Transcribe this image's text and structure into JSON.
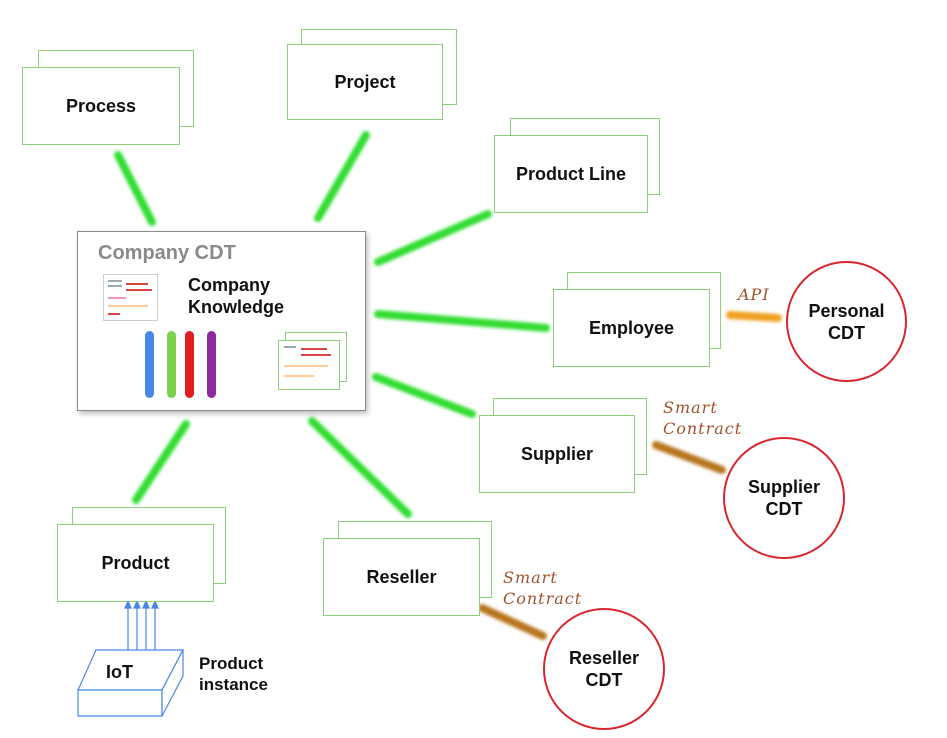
{
  "colors": {
    "connector_green": "#33dd33",
    "box_border_green": "#8bd07b",
    "circle_red": "#d8262e",
    "api_line_orange": "#f0a020",
    "contract_line_brown": "#b8741e",
    "iot_blue": "#4a86e8",
    "company_title_gray": "#8a8a8a"
  },
  "company": {
    "title": "Company CDT",
    "knowledge": "Company\nKnowledge",
    "pillar_colors": [
      "#4a86e8",
      "#7cd04b",
      "#e02020",
      "#8e2aa0"
    ]
  },
  "entities": {
    "process": "Process",
    "project": "Project",
    "product_line": "Product Line",
    "employee": "Employee",
    "supplier": "Supplier",
    "reseller": "Reseller",
    "product": "Product"
  },
  "external": {
    "personal_cdt": "Personal\nCDT",
    "supplier_cdt": "Supplier\nCDT",
    "reseller_cdt": "Reseller\nCDT"
  },
  "annotations": {
    "api": "API",
    "supplier_contract": "Smart\n  Contract",
    "reseller_contract": "Smart\n  Contract"
  },
  "iot": {
    "label": "IoT",
    "product_instance": "Product\ninstance"
  }
}
